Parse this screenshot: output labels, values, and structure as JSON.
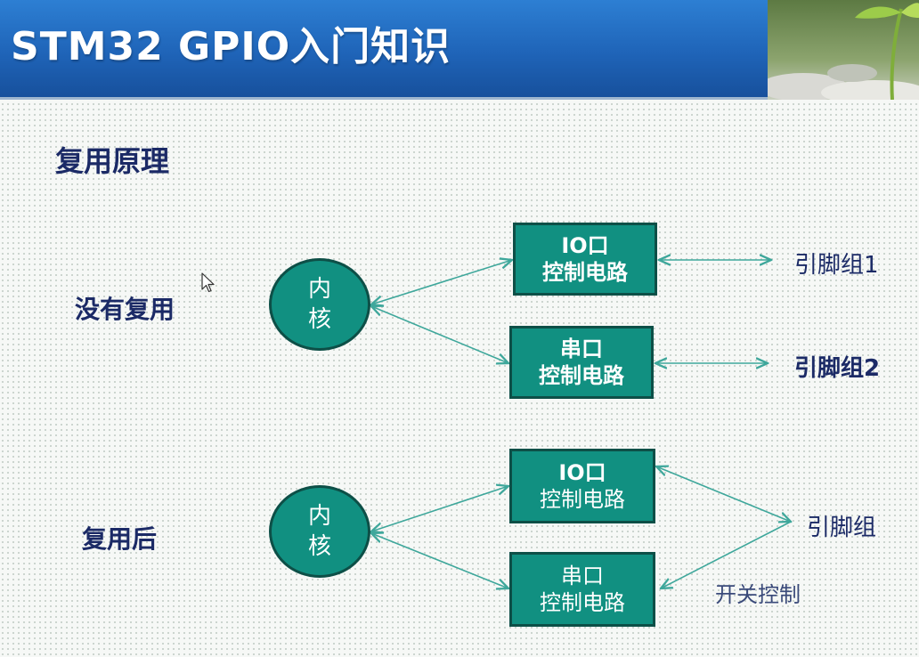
{
  "header": {
    "title": "STM32 GPIO入门知识"
  },
  "section_title": "复用原理",
  "diagrams": {
    "no_mux": {
      "label": "没有复用",
      "core": [
        "内",
        "核"
      ],
      "io_box": [
        "IO口",
        "控制电路"
      ],
      "uart_box": [
        "串口",
        "控制电路"
      ],
      "pin_group_1": "引脚组1",
      "pin_group_2": "引脚组2"
    },
    "with_mux": {
      "label": "复用后",
      "core": [
        "内",
        "核"
      ],
      "io_box": [
        "IO口",
        "控制电路"
      ],
      "uart_box": [
        "串口",
        "控制电路"
      ],
      "pin_group": "引脚组",
      "switch_label": "开关控制"
    }
  },
  "colors": {
    "header_blue": "#1f64b8",
    "node_teal": "#119081",
    "node_border": "#0d4f47",
    "arrow": "#3ea79b",
    "label_navy": "#1b2a66"
  }
}
